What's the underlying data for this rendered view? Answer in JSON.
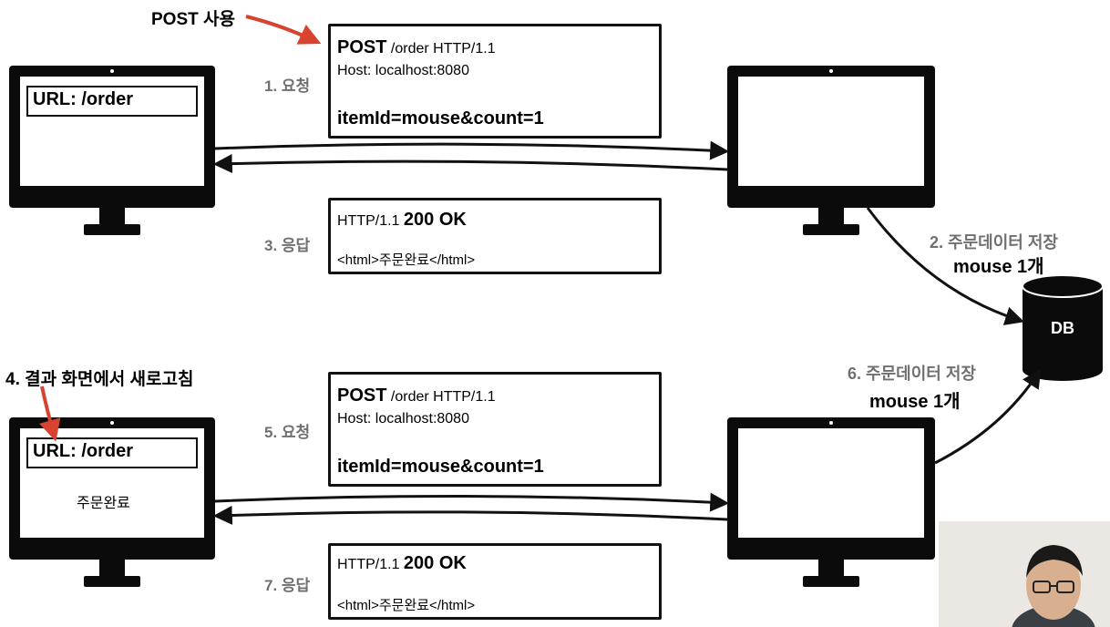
{
  "top_note": "POST 사용",
  "refresh_note": "4. 결과 화면에서 새로고침",
  "client_top": {
    "url_label": "URL: /order"
  },
  "client_bottom": {
    "url_label": "URL: /order",
    "screen_text": "주문완료"
  },
  "request1": {
    "step": "1. 요청",
    "method": "POST",
    "line1_rest": " /order HTTP/1.1",
    "host": "Host: localhost:8080",
    "body": "itemId=mouse&count=1"
  },
  "response1": {
    "step": "3. 응답",
    "status_prefix": "HTTP/1.1 ",
    "status_code": "200 OK",
    "body": "<html>주문완료</html>"
  },
  "request2": {
    "step": "5. 요청",
    "method": "POST",
    "line1_rest": " /order HTTP/1.1",
    "host": "Host: localhost:8080",
    "body": "itemId=mouse&count=1"
  },
  "response2": {
    "step": "7. 응답",
    "status_prefix": "HTTP/1.1 ",
    "status_code": "200 OK",
    "body": "<html>주문완료</html>"
  },
  "save1": {
    "line1": "2. 주문데이터 저장",
    "line2": "mouse 1개"
  },
  "save2": {
    "line1": "6. 주문데이터 저장",
    "line2": "mouse 1개"
  },
  "database": {
    "label": "DB"
  },
  "colors": {
    "accent_arrow": "#d8432f",
    "step_text": "#707070",
    "ink": "#0b0b0b"
  }
}
